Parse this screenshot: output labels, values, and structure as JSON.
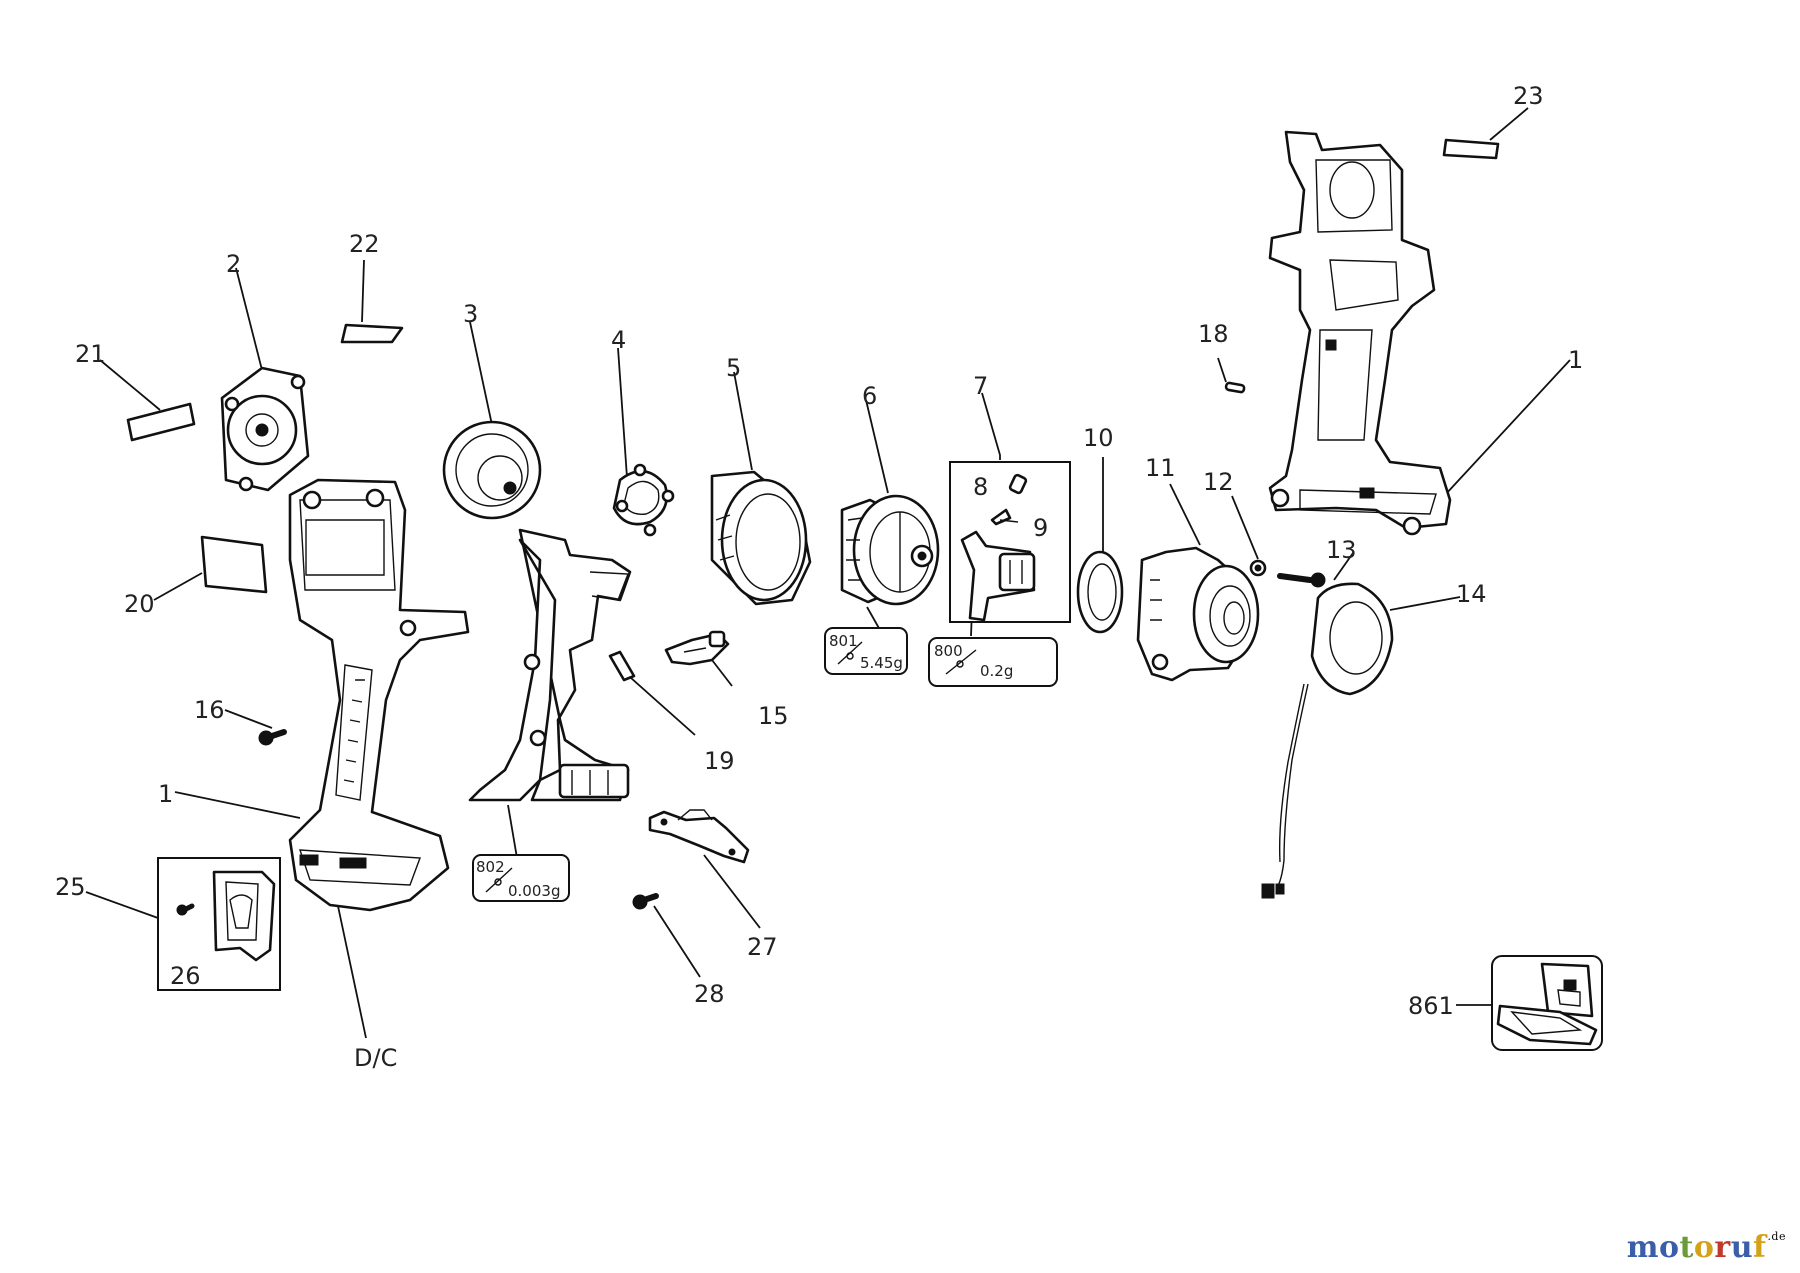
{
  "diagram": {
    "part_labels": {
      "p1a": "1",
      "p1b": "1",
      "p2": "2",
      "p3": "3",
      "p4": "4",
      "p5": "5",
      "p6": "6",
      "p7": "7",
      "p8": "8",
      "p9": "9",
      "p10": "10",
      "p11": "11",
      "p12": "12",
      "p13": "13",
      "p14": "14",
      "p15": "15",
      "p16": "16",
      "p18": "18",
      "p19": "19",
      "p20": "20",
      "p21": "21",
      "p22": "22",
      "p23": "23",
      "p25": "25",
      "p26": "26",
      "p27": "27",
      "p28": "28",
      "p861": "861",
      "pdc": "D/C"
    },
    "grease_boxes": {
      "g801": {
        "code": "801",
        "amount": "5.45g"
      },
      "g800": {
        "code": "800",
        "amount": "0.2g"
      },
      "g802": {
        "code": "802",
        "amount": "0.003g"
      }
    }
  },
  "watermark": {
    "letters": [
      {
        "ch": "m",
        "color": "#3a5fa8"
      },
      {
        "ch": "o",
        "color": "#3a5fa8"
      },
      {
        "ch": "t",
        "color": "#6a9a3a"
      },
      {
        "ch": "o",
        "color": "#d4a21a"
      },
      {
        "ch": "r",
        "color": "#c0392b"
      },
      {
        "ch": "u",
        "color": "#3a5fa8"
      },
      {
        "ch": "f",
        "color": "#d4a21a"
      }
    ],
    "suffix": ".de"
  }
}
